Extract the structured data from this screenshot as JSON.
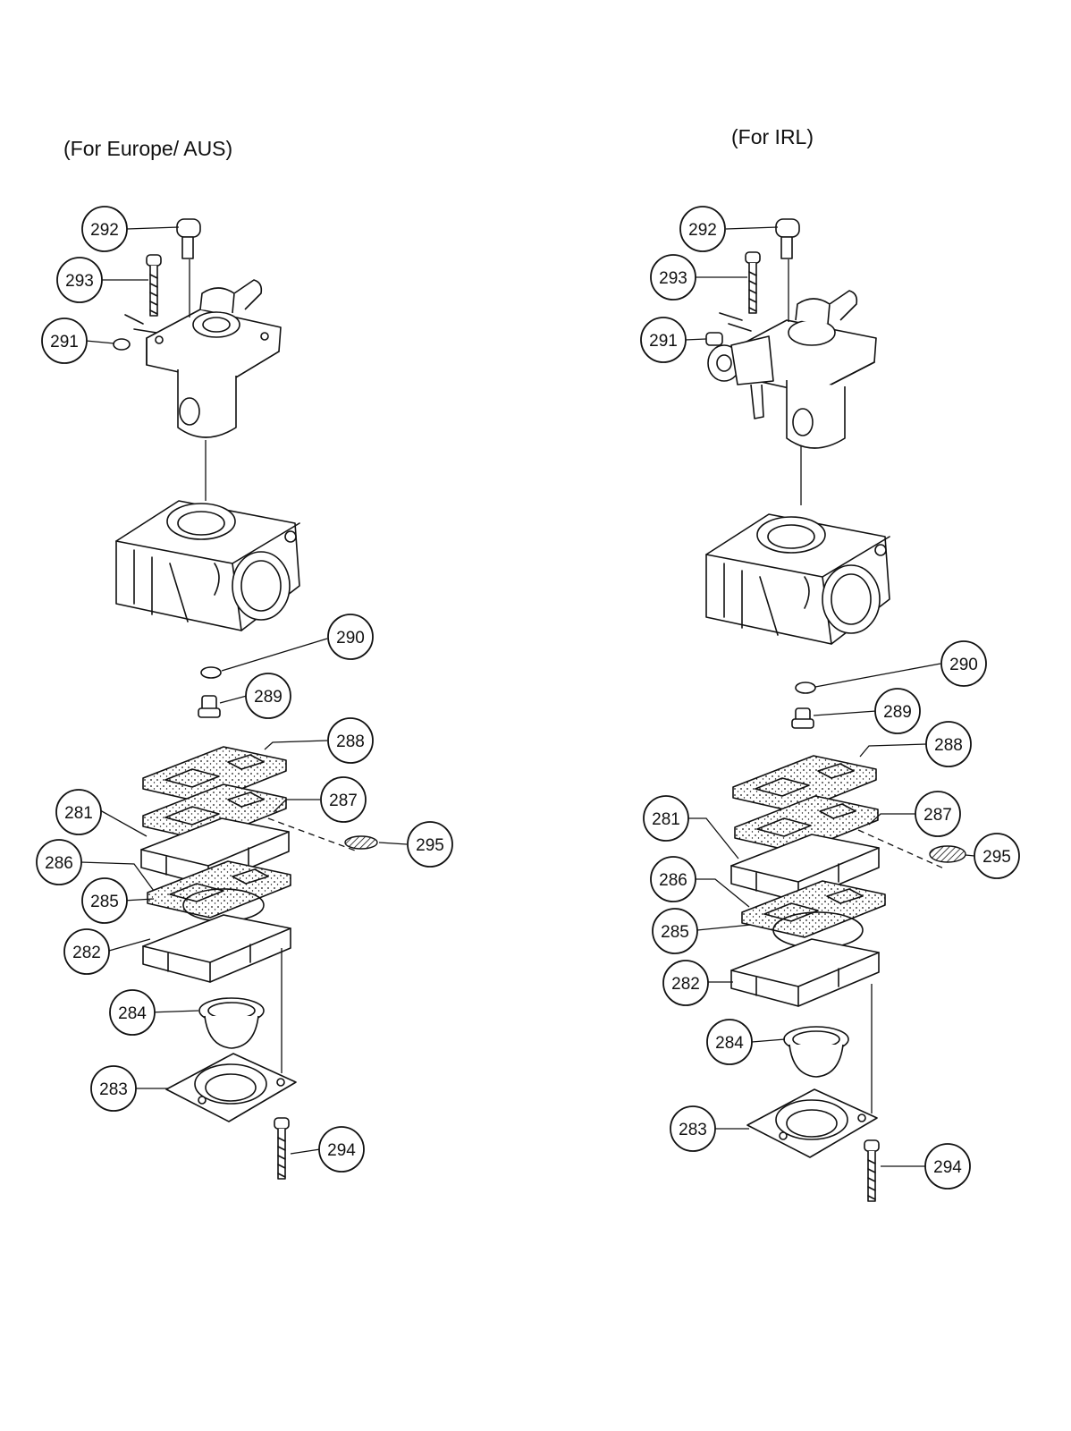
{
  "headings": {
    "left": "(For Europe/ AUS)",
    "right": "(For IRL)"
  },
  "part_numbers": [
    "281",
    "282",
    "283",
    "284",
    "285",
    "286",
    "287",
    "288",
    "289",
    "290",
    "291",
    "292",
    "293",
    "294",
    "295"
  ]
}
